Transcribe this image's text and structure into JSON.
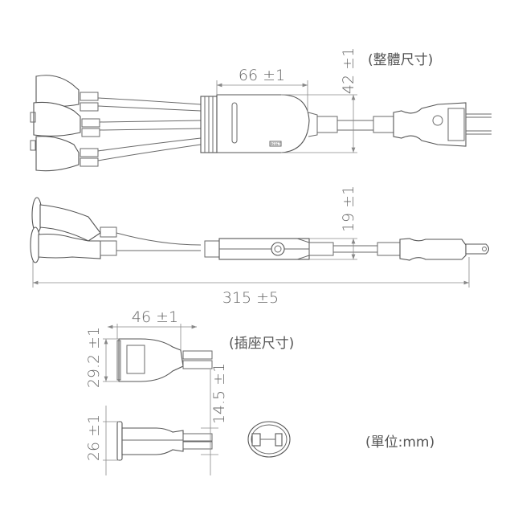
{
  "labels": {
    "overall_size": "(整體尺寸)",
    "socket_size": "(插座尺寸)",
    "unit": "(單位:mm)"
  },
  "dimensions": {
    "control_box_length": "66 ±1",
    "control_box_width": "42 ±1",
    "control_box_thickness": "19 ±1",
    "total_length": "315 ±5",
    "socket_length": "46 ±1",
    "socket_width": "29.2 ±1",
    "socket_neck": "14.5 ±1",
    "socket_thickness": "26 ±1"
  },
  "product_marks": {
    "reset_button": "RESET"
  },
  "colors": {
    "line": "#6a6a6a",
    "text": "#666666"
  }
}
